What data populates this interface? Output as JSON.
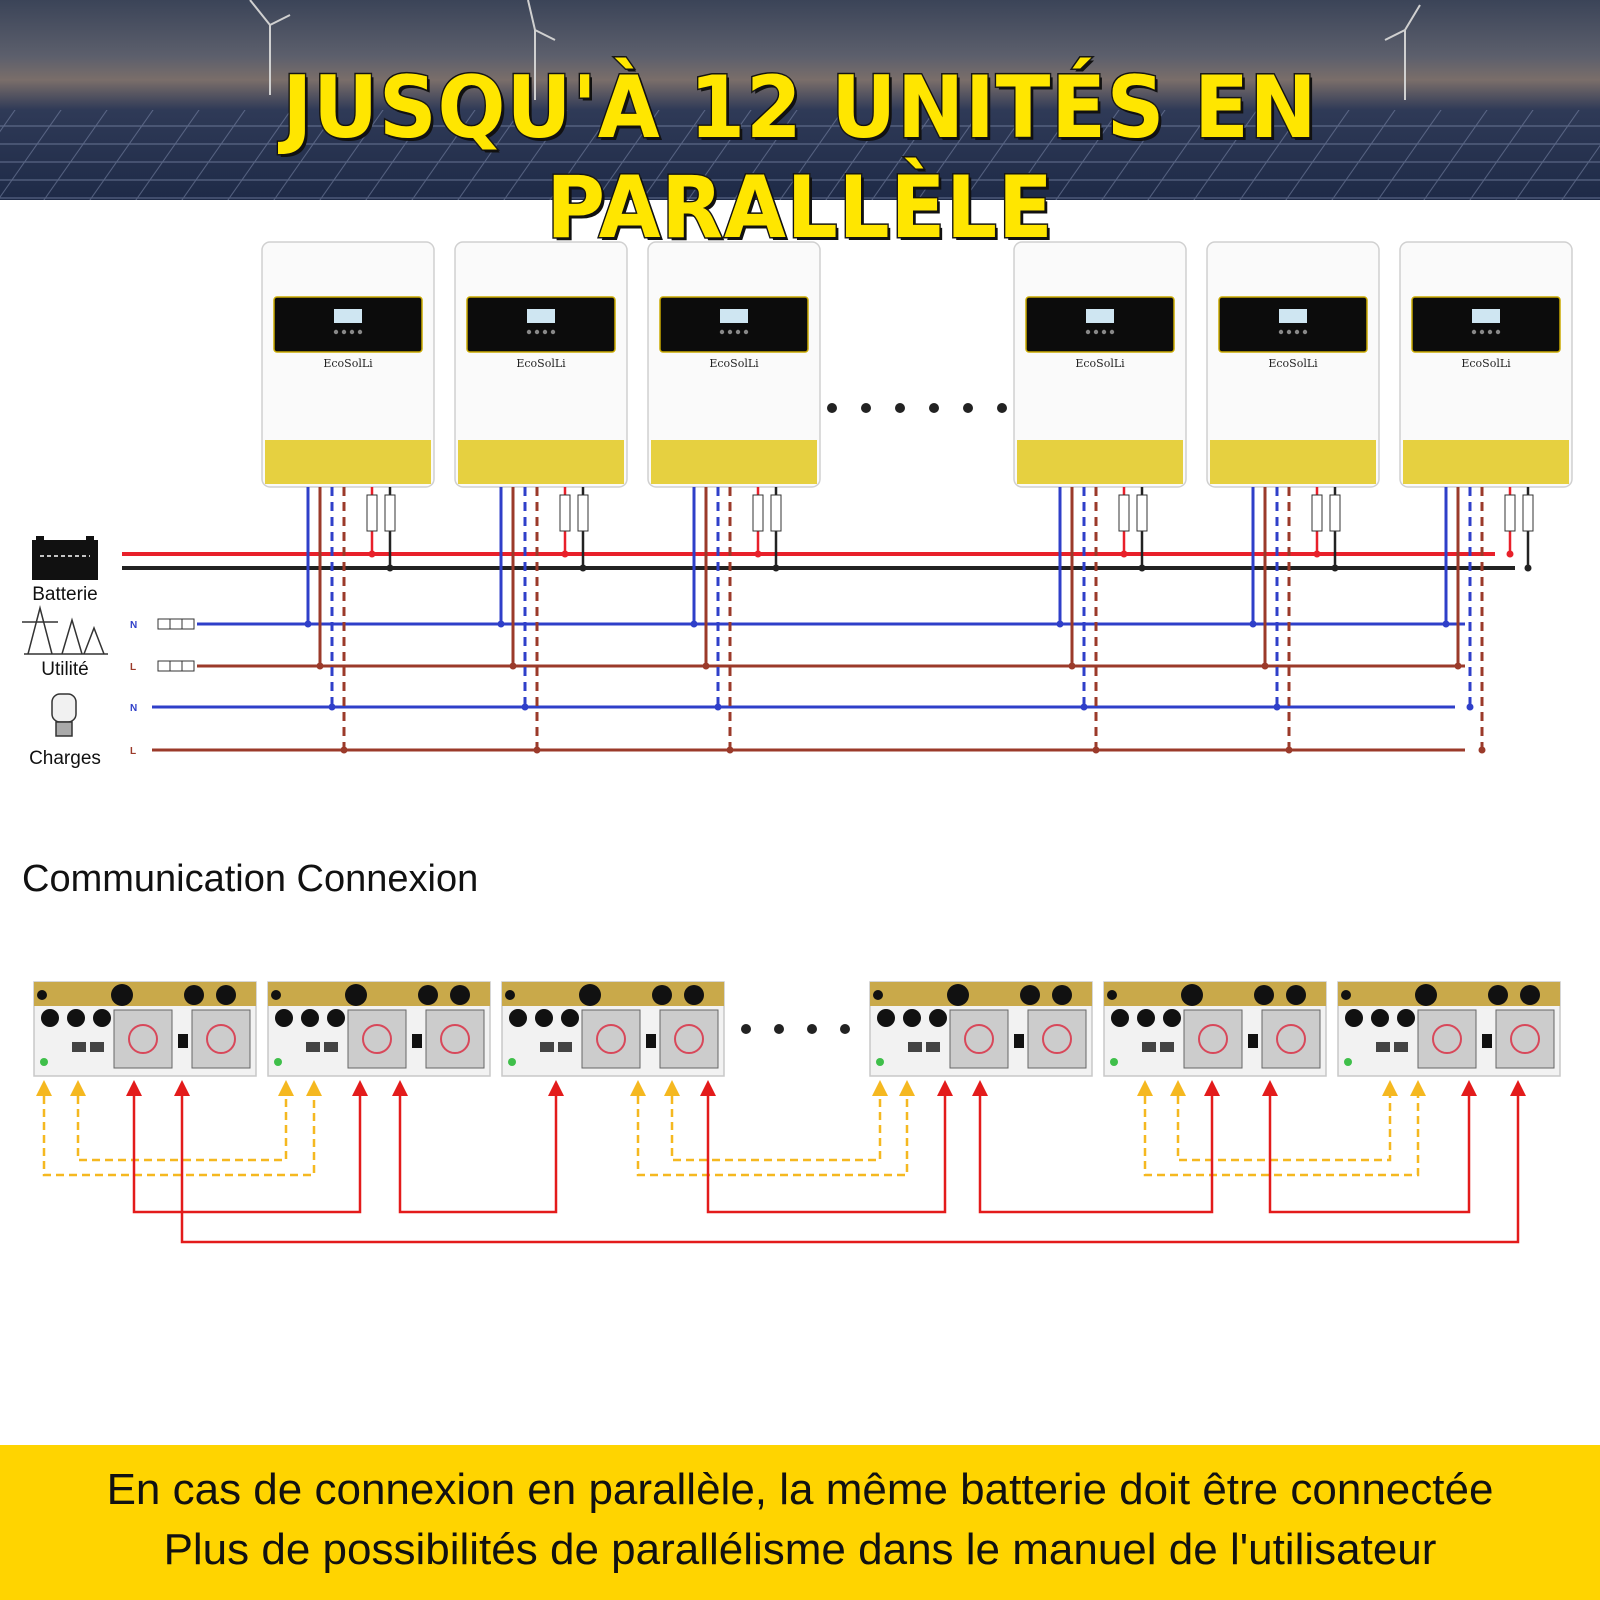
{
  "banner": {
    "title": "JUSQU'À 12 UNITÉS EN PARALLÈLE"
  },
  "wiring": {
    "inverter_brand": "EcoSolLi",
    "legend": {
      "battery": "Batterie",
      "utility": "Utilité",
      "loads": "Charges"
    },
    "line_labels": {
      "neutral": "N",
      "live": "L"
    },
    "colors": {
      "positive": "#e8202a",
      "negative": "#222222",
      "neutral": "#2f3fc9",
      "live": "#9b3a2a",
      "inverter_accent": "#e6d040"
    }
  },
  "communication": {
    "title": "Communication Connexion",
    "colors": {
      "current_share": "#f5b820",
      "sync": "#e31b1b"
    }
  },
  "footer": {
    "line1": "En cas de connexion en parallèle, la même batterie doit être connectée",
    "line2": "Plus de possibilités de parallélisme dans le manuel de l'utilisateur"
  }
}
